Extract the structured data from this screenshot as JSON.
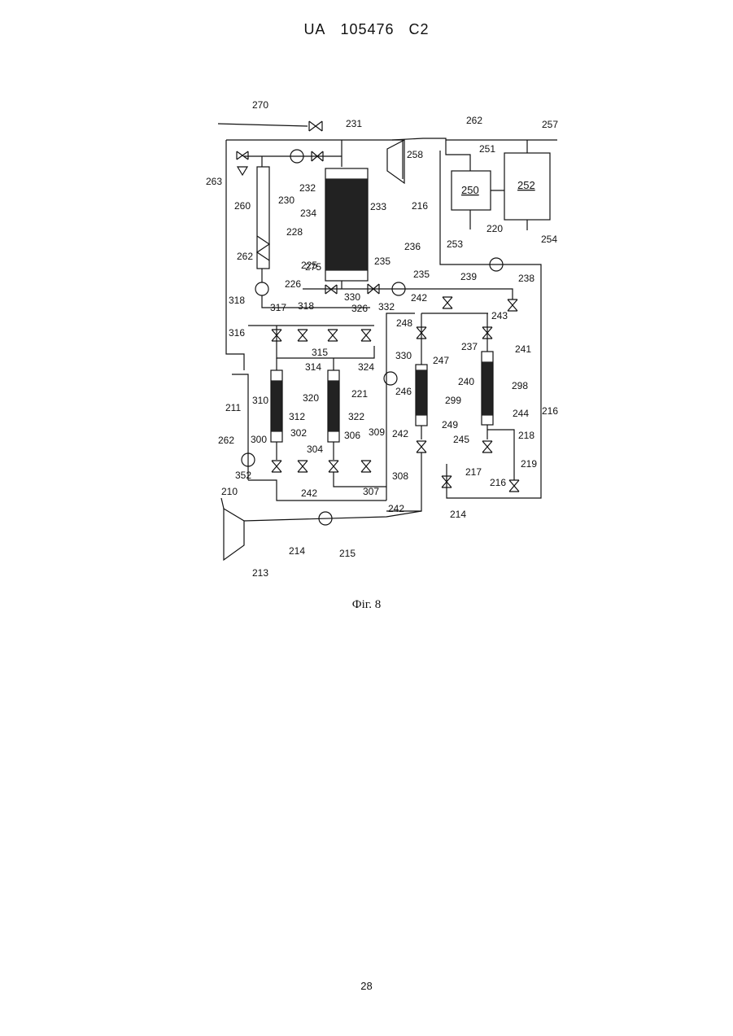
{
  "header": {
    "country": "UA",
    "number": "105476",
    "kind": "C2"
  },
  "figure": {
    "caption": "Фіг. 8",
    "box_labels": [
      "250",
      "252"
    ],
    "labels": [
      "270",
      "231",
      "262",
      "257",
      "263",
      "232",
      "258",
      "251",
      "260",
      "230",
      "233",
      "234",
      "228",
      "216",
      "220",
      "253",
      "254",
      "262",
      "225",
      "275",
      "235",
      "236",
      "235",
      "239",
      "238",
      "226",
      "330",
      "318",
      "317",
      "318",
      "326",
      "332",
      "242",
      "243",
      "316",
      "248",
      "237",
      "241",
      "315",
      "330",
      "314",
      "324",
      "247",
      "240",
      "298",
      "211",
      "310",
      "221",
      "246",
      "320",
      "299",
      "312",
      "322",
      "244",
      "216",
      "262",
      "300",
      "302",
      "306",
      "309",
      "242",
      "249",
      "245",
      "218",
      "304",
      "308",
      "217",
      "219",
      "352",
      "242",
      "307",
      "216",
      "210",
      "242",
      "214",
      "214",
      "215",
      "213"
    ]
  },
  "page_number": "28"
}
